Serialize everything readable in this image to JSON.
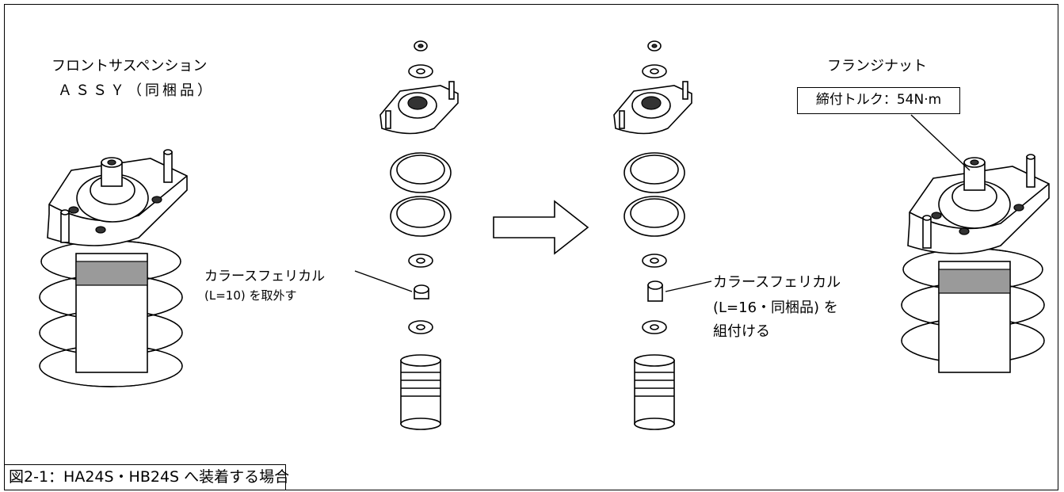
{
  "labels": {
    "assy_line1": "フロントサスペンション",
    "assy_line2": "ＡＳＳＹ（同梱品）",
    "flange_nut": "フランジナット",
    "torque": "締付トルク：54N·m",
    "remove_line1": "カラースフェリカル",
    "remove_line2": "(L=10) を取外す",
    "install_line1": "カラースフェリカル",
    "install_line2": "(L=16・同梱品) を",
    "install_line3": "組付ける"
  },
  "caption": "図2-1：HA24S・HB24S へ装着する場合"
}
